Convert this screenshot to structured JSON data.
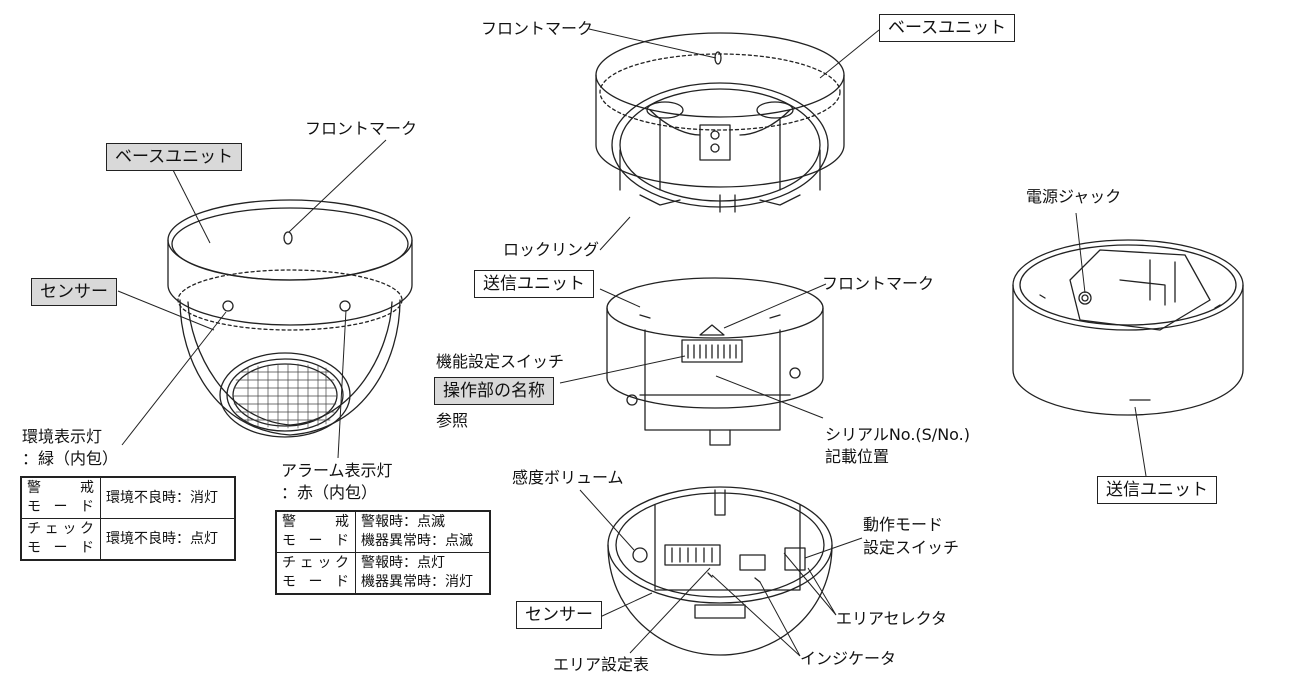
{
  "labels": {
    "front_mark_1": "フロントマーク",
    "base_unit_1": "ベースユニット",
    "front_mark_2": "フロントマーク",
    "base_unit_2": "ベースユニット",
    "sensor_1": "センサー",
    "lock_ring": "ロックリング",
    "tx_unit_1": "送信ユニット",
    "front_mark_3": "フロントマーク",
    "func_switch": "機能設定スイッチ",
    "op_names": "操作部の名称",
    "sankou": "参照",
    "serial_1": "シリアルNo.(S/No.)",
    "serial_2": "記載位置",
    "power_jack": "電源ジャック",
    "tx_unit_2": "送信ユニット",
    "env_lamp_1": "環境表示灯",
    "env_lamp_2": "：緑（内包）",
    "alarm_lamp_1": "アラーム表示灯",
    "alarm_lamp_2": "：赤（内包）",
    "sens_volume": "感度ボリューム",
    "op_mode_1": "動作モード",
    "op_mode_2": "設定スイッチ",
    "sensor_2": "センサー",
    "area_selector": "エリアセレクタ",
    "area_table": "エリア設定表",
    "indicator": "インジケータ"
  },
  "env_table": [
    {
      "mode_l1": [
        "警",
        "戒"
      ],
      "mode_l2": [
        "モ",
        "ー",
        "ド"
      ],
      "state": "環境不良時：消灯"
    },
    {
      "mode_l1": [
        "チ",
        "ェ",
        "ッ",
        "ク"
      ],
      "mode_l2": [
        "モ",
        "ー",
        "ド"
      ],
      "state": "環境不良時：点灯"
    }
  ],
  "alarm_table": [
    {
      "mode_l1": [
        "警",
        "戒"
      ],
      "mode_l2": [
        "モ",
        "ー",
        "ド"
      ],
      "state1": "警報時：点滅",
      "state2": "機器異常時：点滅"
    },
    {
      "mode_l1": [
        "チ",
        "ェ",
        "ッ",
        "ク"
      ],
      "mode_l2": [
        "モ",
        "ー",
        "ド"
      ],
      "state1": "警報時：点灯",
      "state2": "機器異常時：消灯"
    }
  ]
}
